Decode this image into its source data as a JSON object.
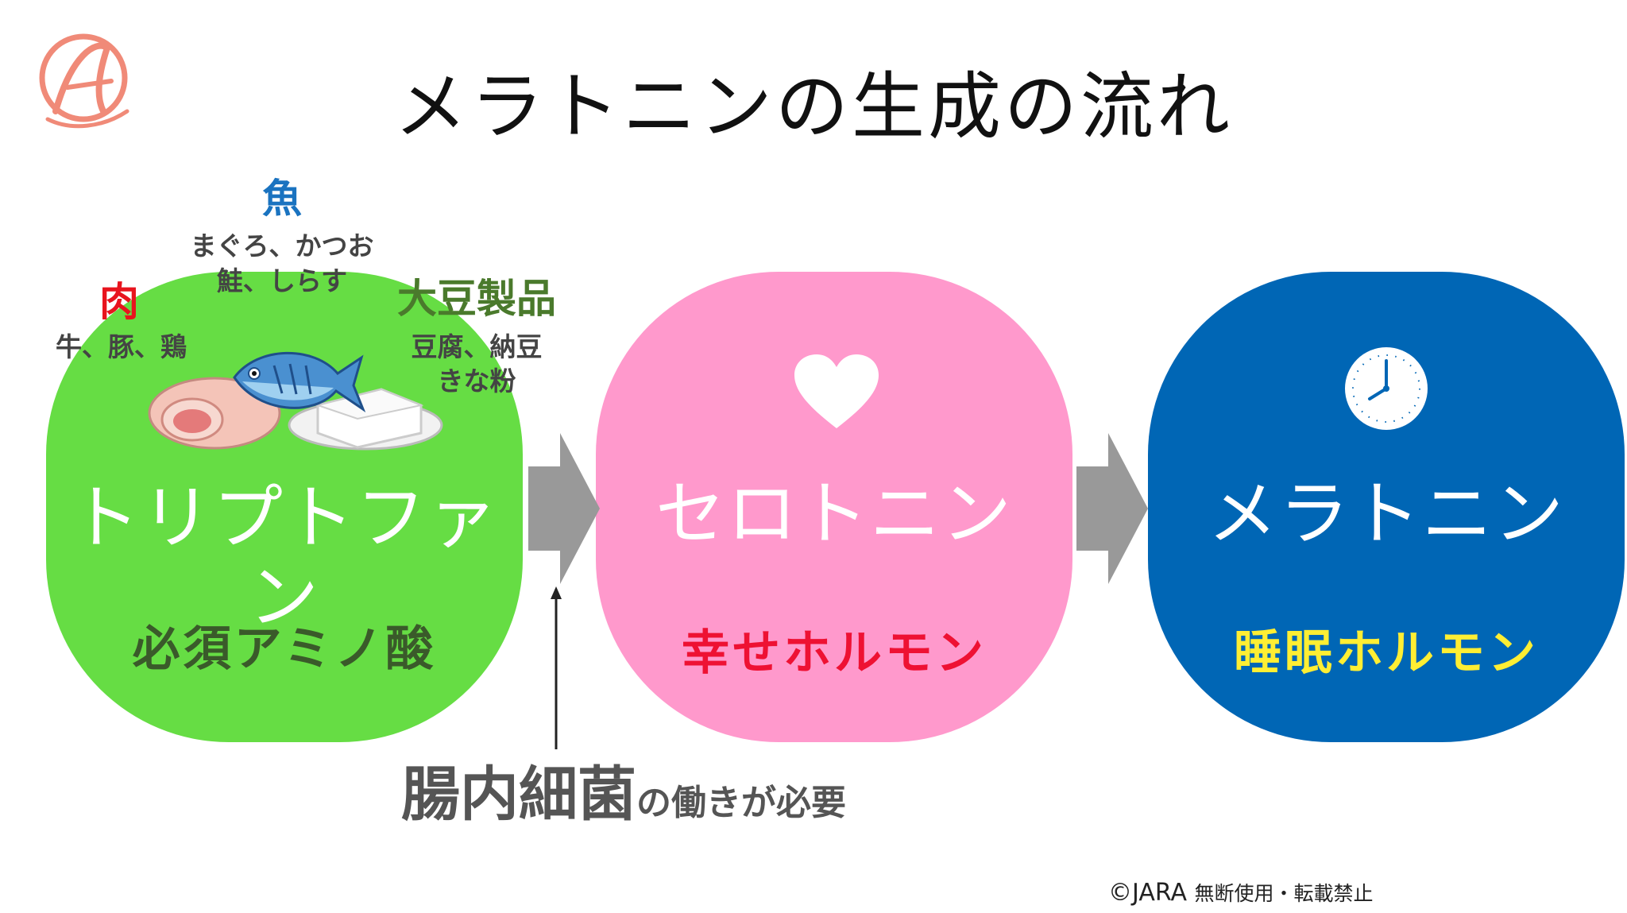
{
  "title": "メラトニンの生成の流れ",
  "foods": {
    "fish": {
      "label": "魚",
      "examples_line1": "まぐろ、かつお",
      "examples_line2": "鮭、しらす"
    },
    "meat": {
      "label": "肉",
      "examples": "牛、豚、鶏"
    },
    "soy": {
      "label": "大豆製品",
      "examples_line1": "豆腐、納豆",
      "examples_line2": "きな粉"
    }
  },
  "stages": [
    {
      "name": "トリプトファン",
      "subtitle": "必須アミノ酸",
      "color": "#66dd44",
      "subtitle_color": "#3a5a2a"
    },
    {
      "name": "セロトニン",
      "subtitle": "幸せホルモン",
      "color": "#ff99cc",
      "subtitle_color": "#ee1133"
    },
    {
      "name": "メラトニン",
      "subtitle": "睡眠ホルモン",
      "color": "#0066b5",
      "subtitle_color": "#ffee33"
    }
  ],
  "icons": {
    "stage2": "heart-icon",
    "stage3": "clock-icon"
  },
  "note": {
    "emphasis": "腸内細菌",
    "rest": "の働きが必要"
  },
  "copyright": {
    "mark": "©JARA",
    "notice": "無断使用・転載禁止"
  },
  "colors": {
    "fish_label": "#1a73c0",
    "meat_label": "#e8141e",
    "soy_label": "#4a7a2c",
    "arrow": "#999999"
  }
}
